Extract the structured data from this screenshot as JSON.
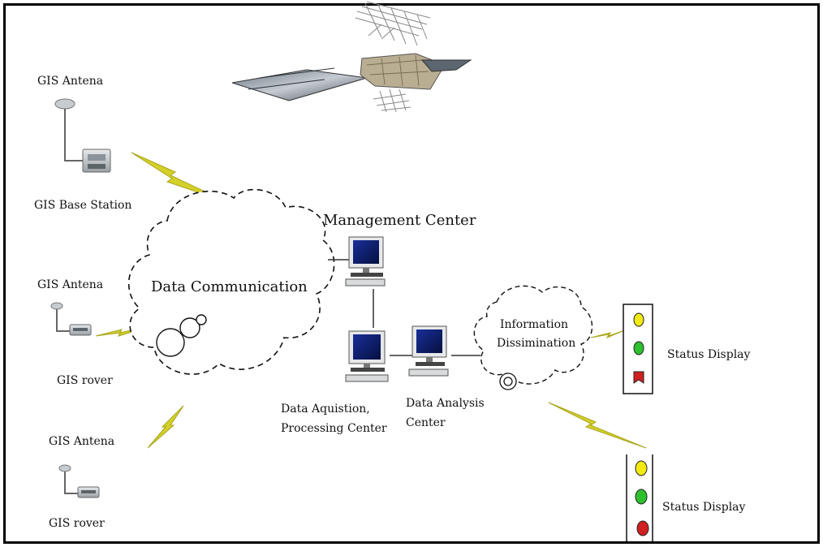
{
  "labels": {
    "gis_antena_1": "GIS Antena",
    "gis_base_station": "GIS Base Station",
    "gis_antena_2": "GIS Antena",
    "gis_rover_1": "GIS rover",
    "gis_antena_3": "GIS Antena",
    "gis_rover_2": "GIS rover",
    "data_communication": "Data Communication",
    "management_center": "Management Center",
    "data_acquisition_line1": "Data Aquistion,",
    "data_acquisition_line2": "Processing Center",
    "data_analysis_line1": "Data Analysis",
    "data_analysis_line2": "Center",
    "info_dissemination_line1": "Information",
    "info_dissemination_line2": "Dissimination",
    "status_display_1": "Status Display",
    "status_display_2": "Status Display"
  },
  "colors": {
    "signal": "#c8c820",
    "light_yellow": "#f2ea10",
    "light_green": "#2ec02e",
    "light_red": "#d02020",
    "monitor_screen": "#0a1a6e"
  },
  "icons": [
    "satellite-icon",
    "antenna-icon",
    "gps-receiver-icon",
    "lightning-signal-icon",
    "computer-icon",
    "traffic-light-icon",
    "cloud-icon"
  ]
}
